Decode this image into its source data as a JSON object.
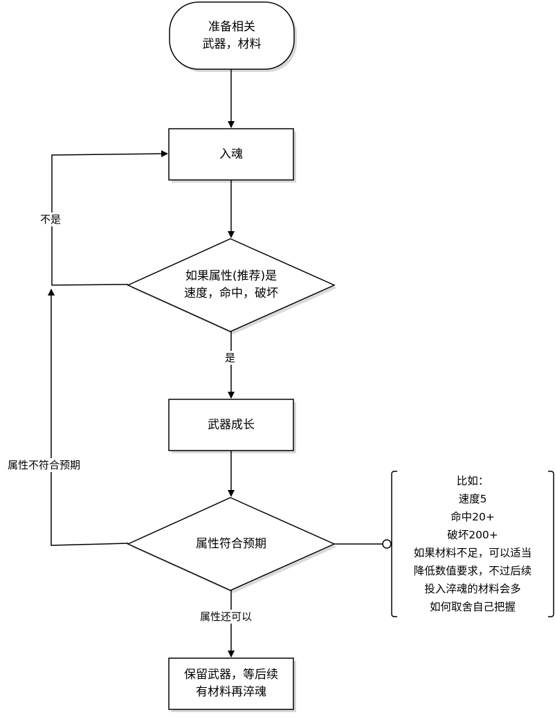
{
  "nodes": {
    "start": {
      "lines": [
        "准备相关",
        "武器，材料"
      ]
    },
    "soul_in": {
      "lines": [
        "入魂"
      ]
    },
    "check_attr": {
      "lines": [
        "如果属性(推荐)是",
        "速度，命中，破坏"
      ]
    },
    "weapon_growth": {
      "lines": [
        "武器成长"
      ]
    },
    "check_expected": {
      "lines": [
        "属性符合预期"
      ]
    },
    "keep_weapon": {
      "lines": [
        "保留武器，等后续",
        "有材料再淬魂"
      ]
    }
  },
  "edge_labels": {
    "not_yes": "不是",
    "yes": "是",
    "not_expected": "属性不符合预期",
    "acceptable": "属性还可以"
  },
  "note": {
    "lines": [
      "比如：",
      "速度5",
      "命中20+",
      "破坏200+",
      "如果材料不足，可以适当",
      "降低数值要求，不过后续",
      "投入淬魂的材料会多",
      "如何取舍自己把握"
    ]
  },
  "colors": {
    "stroke": "#000000",
    "fill": "#ffffff",
    "shadow": "#d9d9d9"
  }
}
